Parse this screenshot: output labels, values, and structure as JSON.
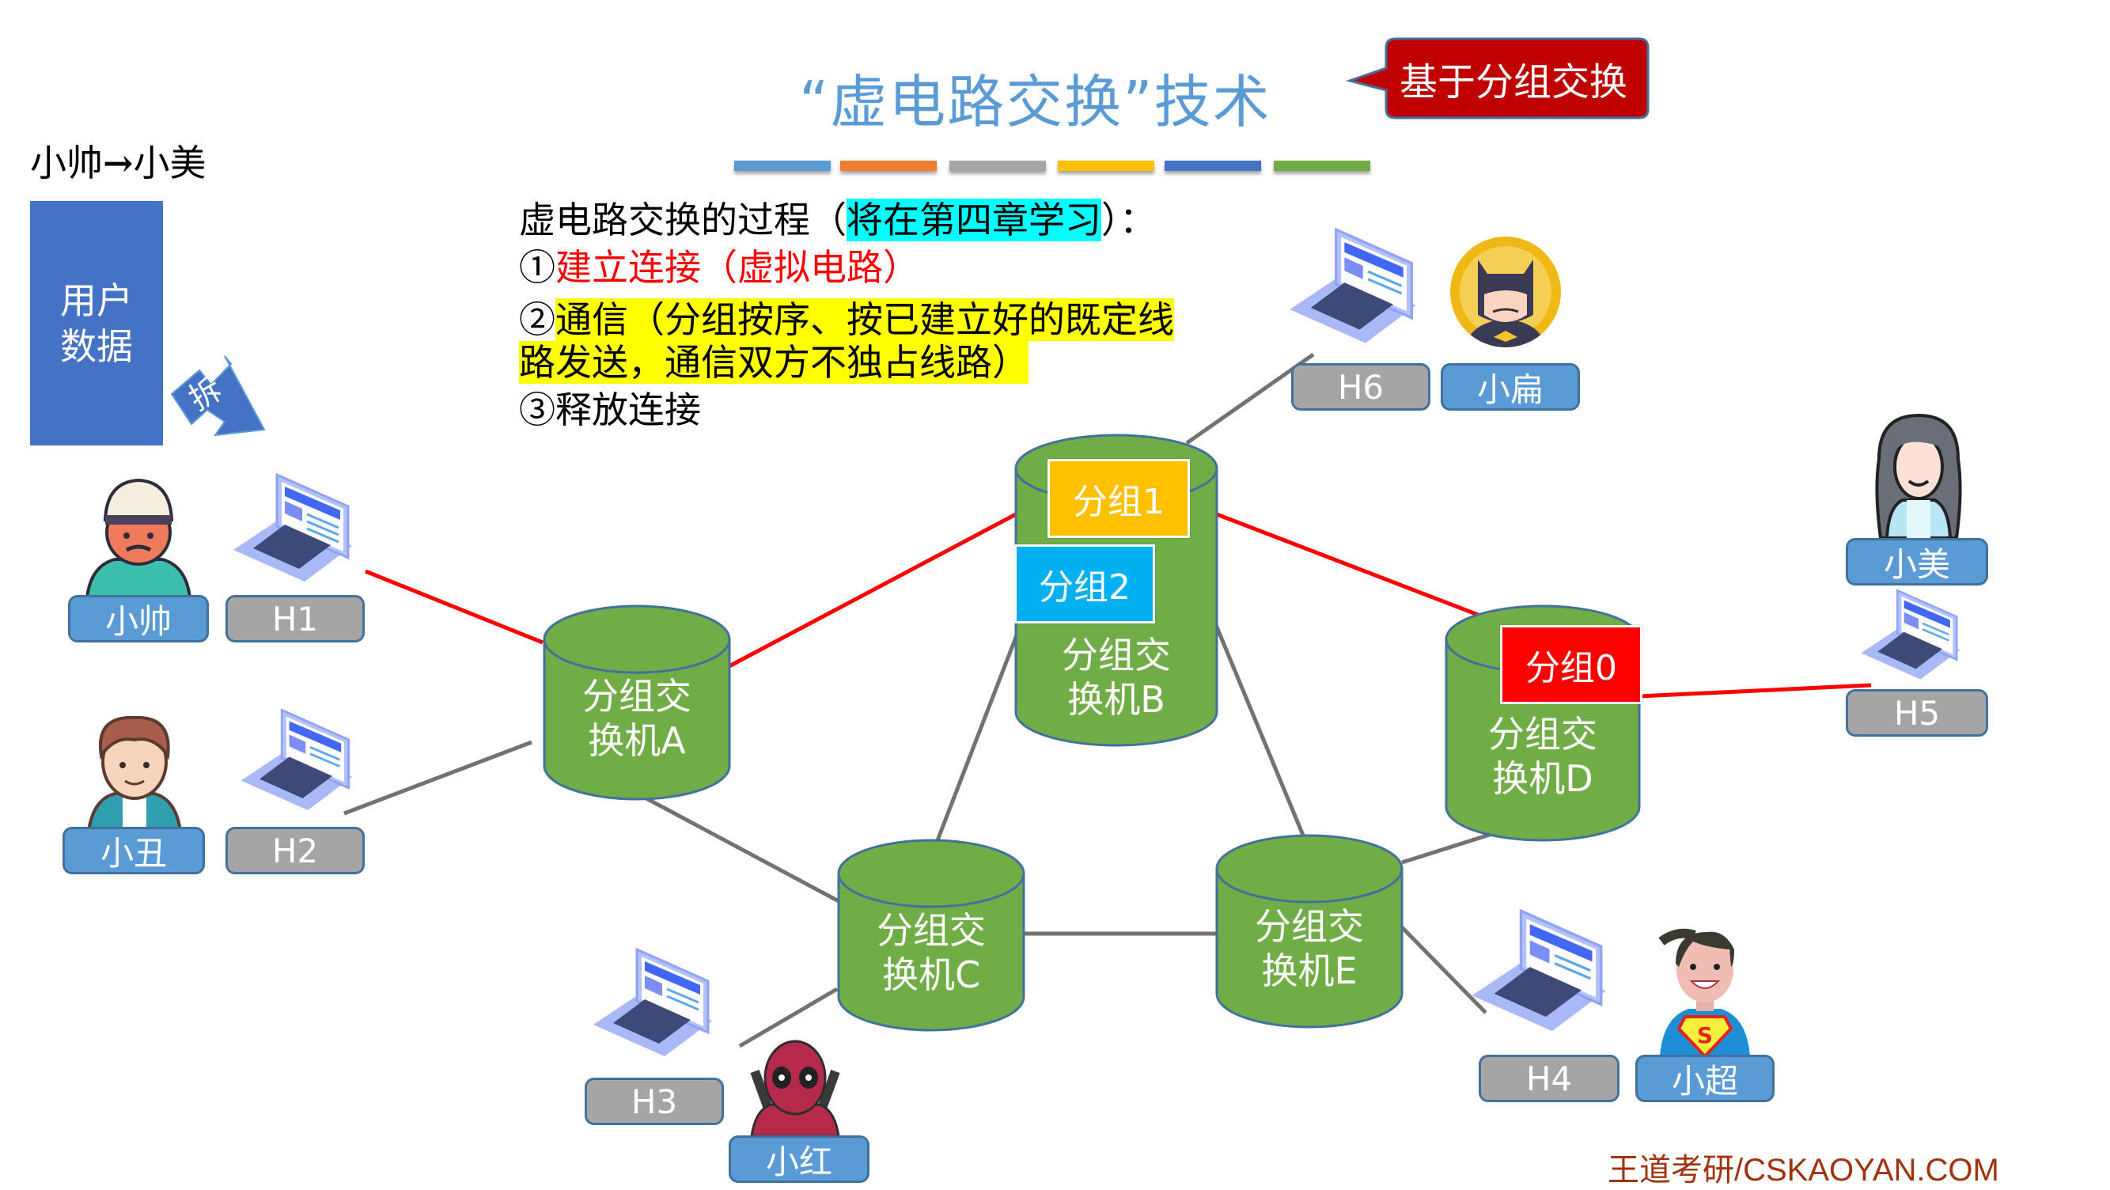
{
  "title": "“虚电路交换”技术",
  "callout": {
    "text": "基于分组交换",
    "color": "#c00000"
  },
  "color_bars": [
    "#5b9bd5",
    "#ed7d31",
    "#a5a5a5",
    "#ffc000",
    "#4472c4",
    "#70ad47"
  ],
  "path_label": {
    "from": "小帅",
    "arrow": "→",
    "to": "小美"
  },
  "user_data_box": {
    "line1": "用户",
    "line2": "数据"
  },
  "split_arrow_label": "拆",
  "process": {
    "heading_pre": "虚电路交换的过程（",
    "heading_highlight": "将在第四章学习",
    "heading_post": "）：",
    "step1_num": "①",
    "step1_text": "建立连接（虚拟电路）",
    "step2_num": "②",
    "step2_line1": "通信（分组按序、按已建立好的既定线",
    "step2_line2": "路发送，通信双方不独占线路）",
    "step3_num": "③",
    "step3_text": "释放连接"
  },
  "switches": {
    "A": {
      "line1": "分组交",
      "line2": "换机A"
    },
    "B": {
      "line1": "分组交",
      "line2": "换机B"
    },
    "C": {
      "line1": "分组交",
      "line2": "换机C"
    },
    "D": {
      "line1": "分组交",
      "line2": "换机D"
    },
    "E": {
      "line1": "分组交",
      "line2": "换机E"
    }
  },
  "packets": {
    "p0": {
      "label": "分组0",
      "color": "#ff0000"
    },
    "p1": {
      "label": "分组1",
      "color": "#ffc000"
    },
    "p2": {
      "label": "分组2",
      "color": "#00b0f0"
    }
  },
  "hosts": {
    "H1": "H1",
    "H2": "H2",
    "H3": "H3",
    "H4": "H4",
    "H5": "H5",
    "H6": "H6"
  },
  "users": {
    "u1": "小帅",
    "u2": "小丑",
    "u3": "小红",
    "u4": "小超",
    "u5": "小美",
    "u6": "小扁"
  },
  "colors": {
    "switch_fill": "#70ad47",
    "switch_border": "#41719c",
    "virtual_circuit": "#ff0000",
    "link": "#767171"
  },
  "footer": "王道考研/CSKAOYAN.COM"
}
